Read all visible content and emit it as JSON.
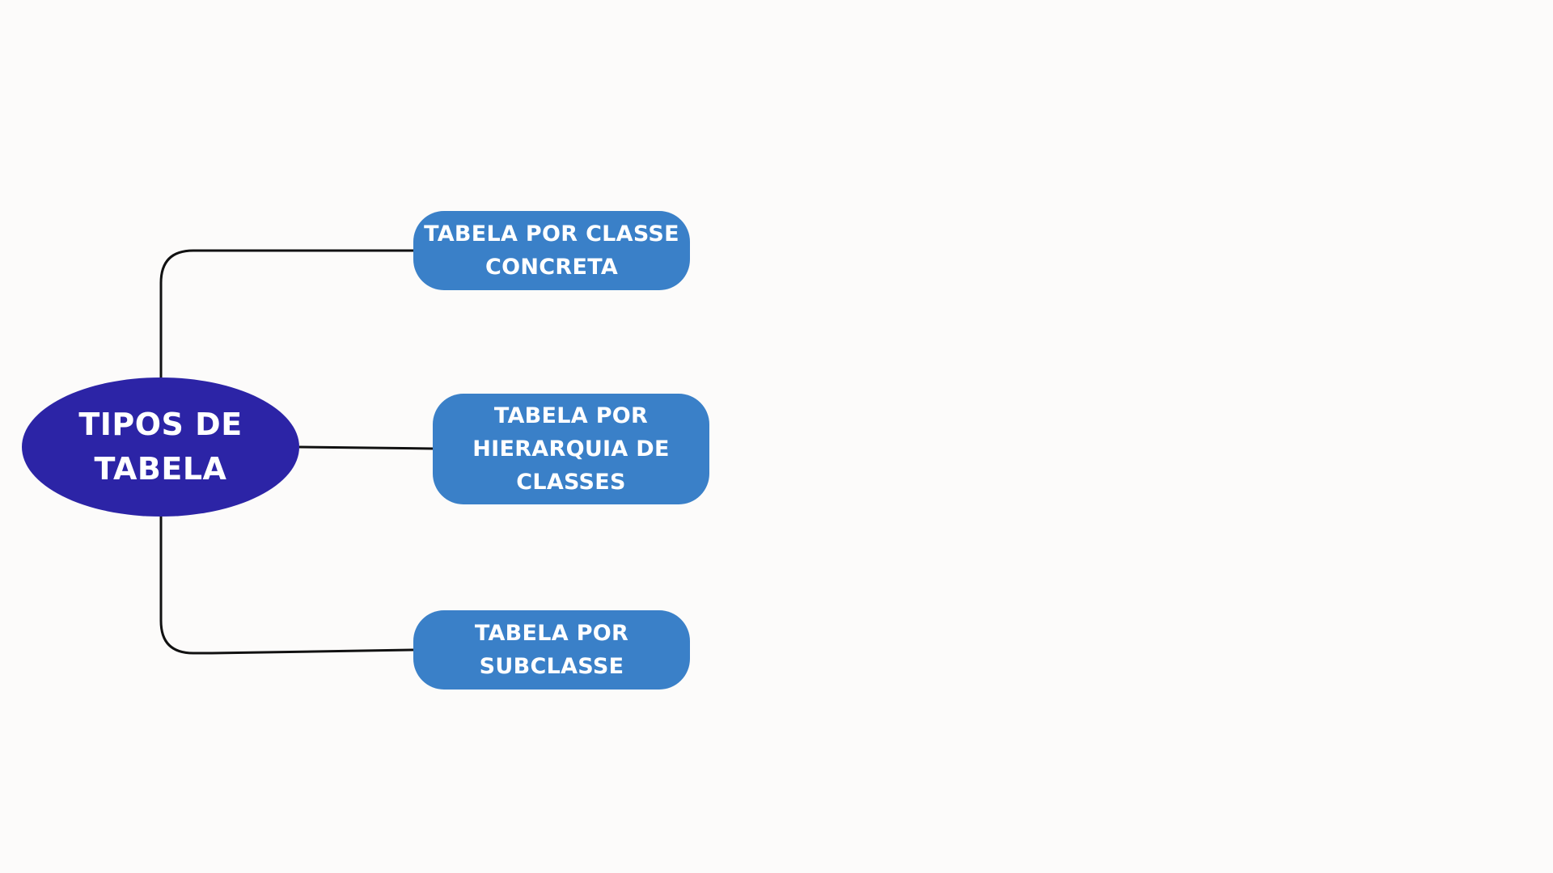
{
  "diagram": {
    "root": {
      "label": "TIPOS DE TABELA",
      "color": "#2c24a6"
    },
    "children": [
      {
        "label": "TABELA POR CLASSE CONCRETA"
      },
      {
        "label": "TABELA POR HIERARQUIA DE CLASSES"
      },
      {
        "label": "TABELA POR SUBCLASSE"
      }
    ],
    "child_color": "#3a80c8",
    "connector_color": "#111111",
    "background_color": "#fcfbfa"
  }
}
